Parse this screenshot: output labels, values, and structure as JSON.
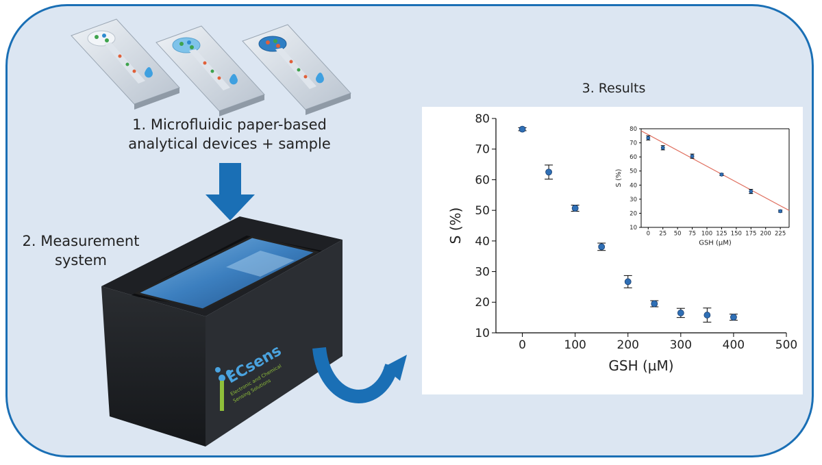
{
  "step1": {
    "line1": "1. Microfluidic paper-based",
    "line2": "analytical devices + sample"
  },
  "step2": {
    "line1": "2. Measurement",
    "line2": "system"
  },
  "step3": {
    "title": "3. Results"
  },
  "device": {
    "brand": "ECsens",
    "line1": "Electronic and Chemical",
    "line2": "Sensing Solutions"
  },
  "colors": {
    "frame": "#1a6fb5",
    "background": "#dce6f2",
    "arrow": "#1a6fb5",
    "marker": "#2f6fb5",
    "fit_line": "#e07060"
  },
  "chart_data": [
    {
      "type": "scatter",
      "title": "",
      "xlabel": "GSH (µM)",
      "ylabel": "S (%)",
      "xlim": [
        -50,
        500
      ],
      "ylim": [
        10,
        80
      ],
      "xticks": [
        0,
        100,
        200,
        300,
        400,
        500
      ],
      "yticks": [
        10,
        20,
        30,
        40,
        50,
        60,
        70,
        80
      ],
      "grid": false,
      "x": [
        0,
        50,
        100,
        150,
        200,
        250,
        300,
        350,
        400
      ],
      "y": [
        76.5,
        62.5,
        50.7,
        38.1,
        26.7,
        19.5,
        16.5,
        15.8,
        15.1
      ],
      "error": [
        0.5,
        2.3,
        1.0,
        1.2,
        2.0,
        1.0,
        1.5,
        2.3,
        1.0
      ]
    },
    {
      "type": "scatter",
      "title": "",
      "xlabel": "GSH (µM)",
      "ylabel": "S (%)",
      "xlim": [
        -12,
        240
      ],
      "ylim": [
        10,
        80
      ],
      "xticks": [
        0,
        25,
        50,
        75,
        100,
        125,
        150,
        175,
        200,
        225
      ],
      "yticks": [
        10,
        20,
        30,
        40,
        50,
        60,
        70,
        80
      ],
      "grid": false,
      "x": [
        0,
        25,
        75,
        125,
        175,
        225
      ],
      "y": [
        73.5,
        66.5,
        60.5,
        47.5,
        35.5,
        21.5
      ],
      "error": [
        1.5,
        1.5,
        1.5,
        0.8,
        1.5,
        0.8
      ],
      "fit": {
        "x": [
          -12,
          240
        ],
        "y": [
          78.5,
          22.0
        ]
      }
    }
  ]
}
